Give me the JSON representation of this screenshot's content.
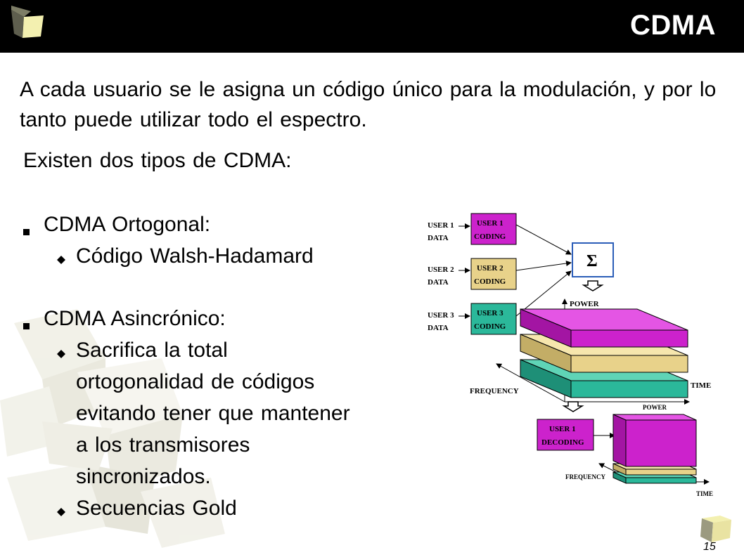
{
  "slide": {
    "title": "CDMA",
    "intro": "A cada usuario se le asigna un código único para la modulación, y por lo tanto puede utilizar todo el espectro.",
    "subtitle": "Existen dos tipos de CDMA:",
    "page_number": "15"
  },
  "list": {
    "ortogonal": {
      "label": "CDMA Ortogonal:",
      "items": [
        "Código Walsh-Hadamard"
      ]
    },
    "asincronico": {
      "label": "CDMA Asincrónico:",
      "item1_lines": [
        "Sacrifica la total",
        "ortogonalidad de códigos",
        "evitando tener que mantener",
        "a los transmisores",
        "sincronizados."
      ],
      "item2": "Secuencias Gold"
    }
  },
  "diagram": {
    "user1_data": [
      "USER 1",
      "DATA"
    ],
    "user2_data": [
      "USER 2",
      "DATA"
    ],
    "user3_data": [
      "USER 3",
      "DATA"
    ],
    "user1_coding": [
      "USER 1",
      "CODING"
    ],
    "user2_coding": [
      "USER 2",
      "CODING"
    ],
    "user3_coding": [
      "USER 3",
      "CODING"
    ],
    "sum_symbol": "Σ",
    "power_label": "POWER",
    "time_label": "TIME",
    "frequency_label": "FREQUENCY",
    "decoding": [
      "USER 1",
      "DECODING"
    ],
    "power_label_2": "POWER",
    "frequency_label_2": "FREQUENCY",
    "time_label_2": "TIME",
    "colors": {
      "user1": "#cc22cc",
      "user2": "#e8d28a",
      "user3": "#2bb89a"
    }
  }
}
